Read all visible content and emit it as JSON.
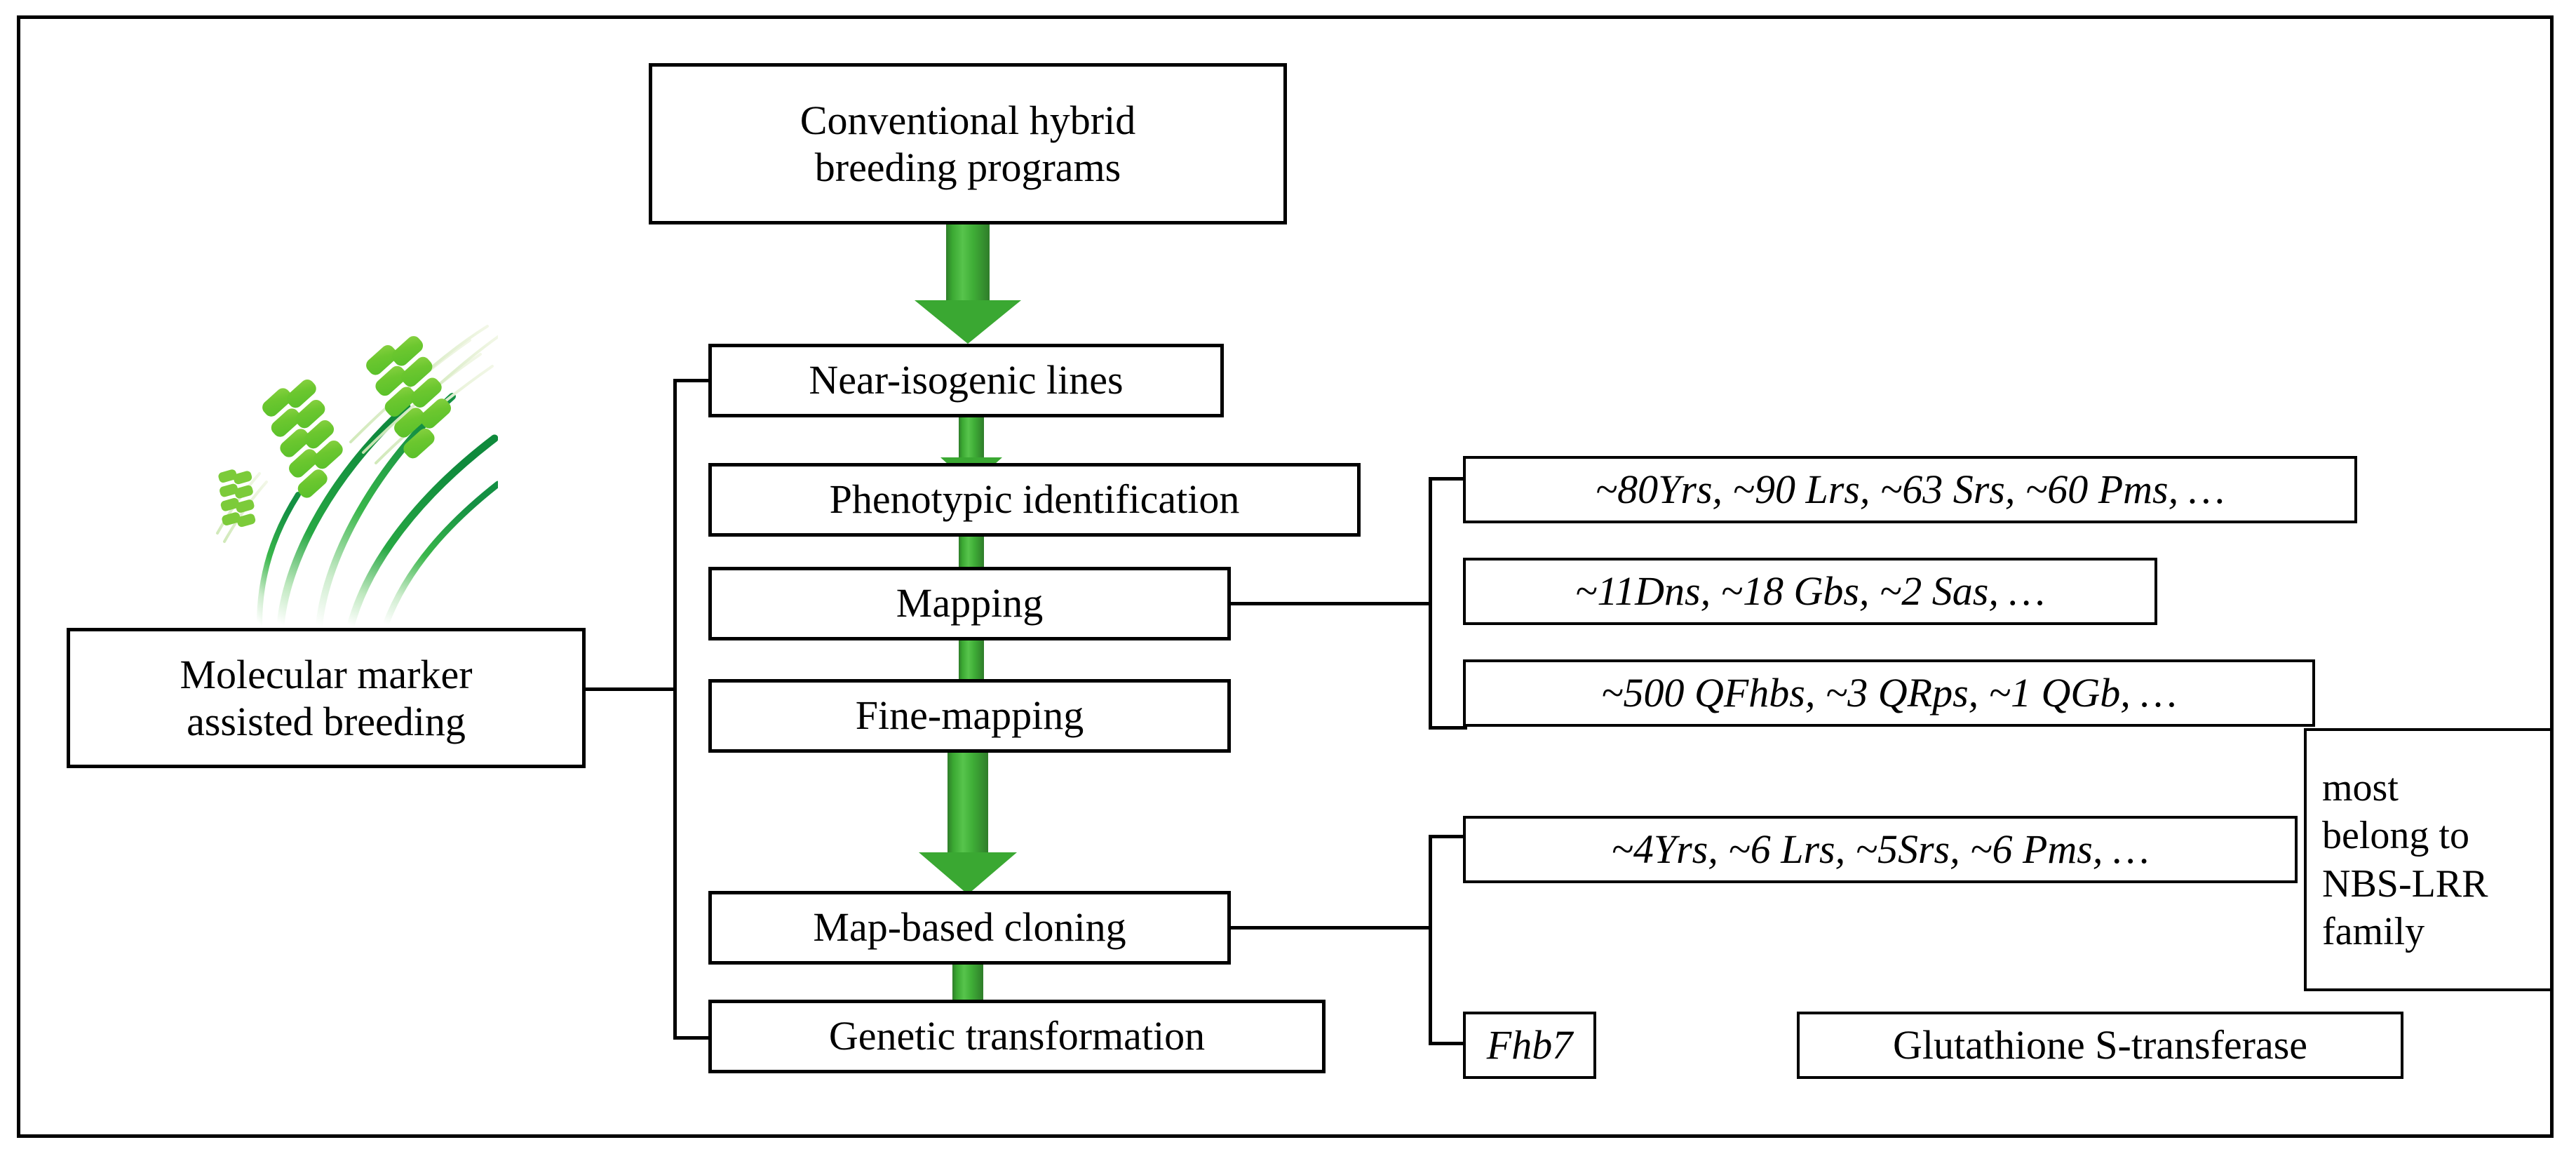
{
  "diagram": {
    "title": "Wheat molecular marker assisted breeding pipeline",
    "colors": {
      "arrow_green": "#3aa832",
      "arrow_green_dark": "#2f7d2a",
      "arrow_green_light": "#57c44c",
      "stroke": "#000000",
      "background": "#ffffff"
    }
  },
  "nodes": {
    "conventional": {
      "line1": "Conventional hybrid",
      "line2": "breeding programs"
    },
    "molecular": {
      "line1": "Molecular marker",
      "line2": "assisted breeding"
    },
    "near_isogenic": {
      "label": "Near-isogenic lines"
    },
    "phenotypic": {
      "label": "Phenotypic identification"
    },
    "mapping": {
      "label": "Mapping"
    },
    "fine_mapping": {
      "label": "Fine-mapping"
    },
    "map_based_cloning": {
      "label": "Map-based cloning"
    },
    "genetic_transformation": {
      "label": "Genetic transformation"
    }
  },
  "annotations": {
    "genes_resistance": {
      "label": "~80Yrs, ~90 Lrs, ~63 Srs, ~60 Pms, …"
    },
    "genes_other": {
      "label": "~11Dns, ~18 Gbs, ~2 Sas, …"
    },
    "qtls": {
      "label": "~500 QFhbs, ~3 QRps, ~1 QGb, …"
    },
    "cloned_genes": {
      "label": "~4Yrs, ~6 Lrs, ~5Srs, ~6 Pms,  …"
    },
    "fhb7": {
      "label": "Fhb7"
    },
    "gst": {
      "label": "Glutathione S-transferase"
    },
    "nbs_lrr": {
      "line1": "most",
      "line2": "belong to",
      "line3": "NBS-LRR",
      "line4": "family"
    }
  },
  "icons": {
    "wheat": "wheat-ears-icon"
  }
}
